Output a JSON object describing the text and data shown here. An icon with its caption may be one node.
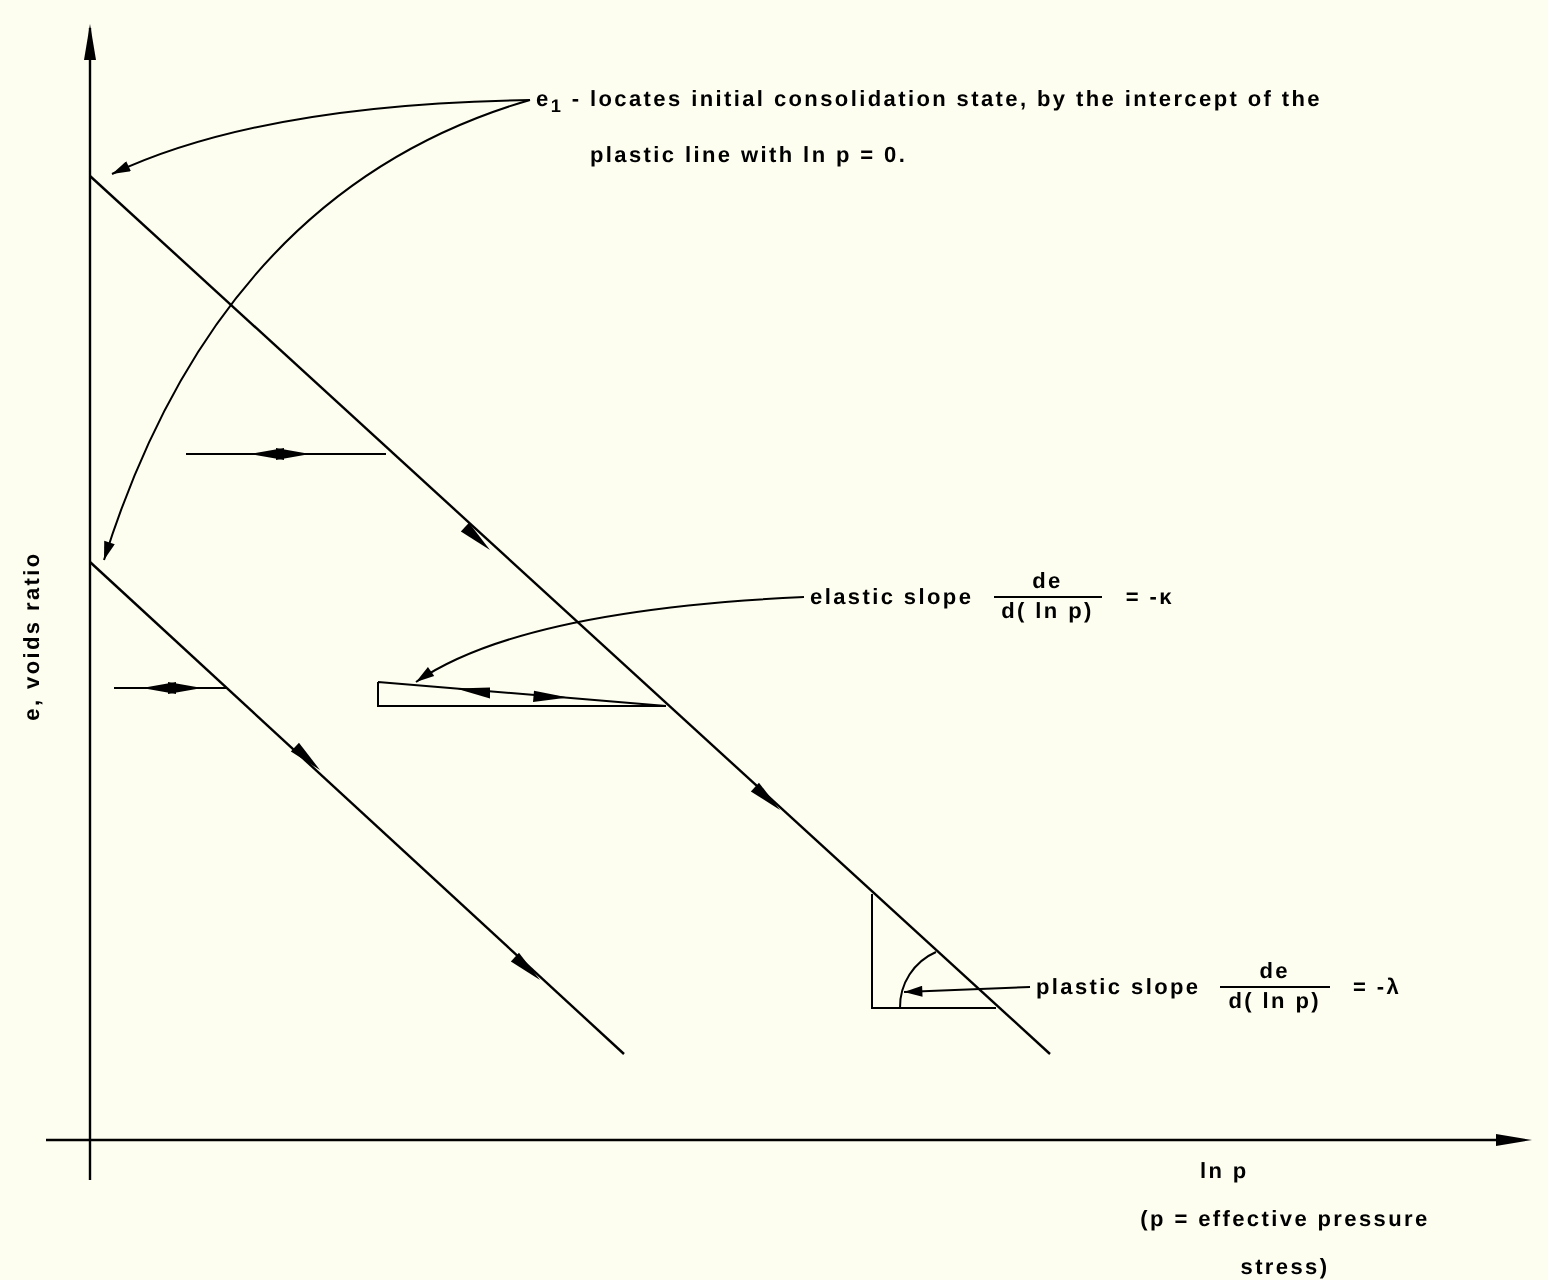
{
  "diagram": {
    "nodes": [
      {
        "text": [
          "e$_{1}$ - locates initial consolidation state, by the intercept of the plastic line with ln p = 0."
        ]
      },
      {
        "text": [
          "elastic slope",
          "de",
          "d( ln p)",
          "= -κ"
        ]
      },
      {
        "text": [
          "plastic slope",
          "de",
          "d( ln p)",
          "= -λ"
        ]
      },
      {
        "text": [],
        "shape": "triangle"
      },
      {
        "text": [],
        "shape": "triangle"
      }
    ],
    "edges": [
      {
        "from": 0,
        "to": null,
        "arrow": "to"
      },
      {
        "from": 0,
        "to": null,
        "arrow": "to"
      },
      {
        "from": 1,
        "to": 3,
        "arrow": "to"
      },
      {
        "from": 2,
        "to": 4,
        "arrow": "to"
      }
    ],
    "labels": [
      "e, voids ratio",
      "ln p",
      "(p = effective pressure stress)"
    ]
  }
}
